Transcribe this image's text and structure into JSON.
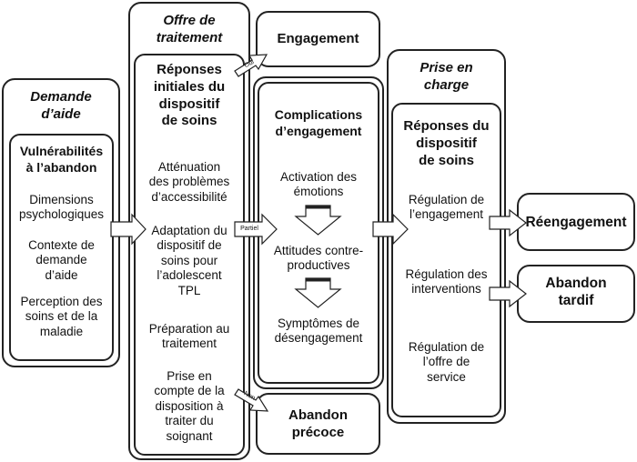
{
  "demande": {
    "header": "Demande\nd’aide",
    "title": "Vulnérabilités\nà l’abandon",
    "items": [
      "Dimensions\npsychologiques",
      "Contexte de\ndemande\nd’aide",
      "Perception des\nsoins et de la\nmaladie"
    ]
  },
  "offre": {
    "header": "Offre de\ntraitement",
    "title": "Réponses\ninitiales du\ndispositif\nde soins",
    "items": [
      "Atténuation\ndes problèmes\nd’accessibilité",
      "Adaptation du\ndispositif de\nsoins pour\nl’adolescent\nTPL",
      "Préparation au\ntraitement",
      "Prise en\ncompte de la\ndisposition à\ntraiter du\nsoignant"
    ]
  },
  "engagement": {
    "label": "Engagement"
  },
  "complications": {
    "title": "Complications\nd’engagement",
    "items": [
      "Activation des\némotions",
      "Attitudes contre-\nproductives",
      "Symptômes de\ndésengagement"
    ]
  },
  "abandon_precoce": {
    "label": "Abandon\nprécoce"
  },
  "prise": {
    "header": "Prise en\ncharge",
    "title": "Réponses  du\ndispositif\nde soins",
    "items": [
      "Régulation de\nl’engagement",
      "Régulation des\ninterventions",
      "Régulation de\nl’offre de\nservice"
    ]
  },
  "reengagement": {
    "label": "Réengagement"
  },
  "abandon_tardif": {
    "label": "Abandon\ntardif"
  },
  "arrow_labels": {
    "oui": "Oui",
    "partiel": "Partiel",
    "non": "Non"
  }
}
